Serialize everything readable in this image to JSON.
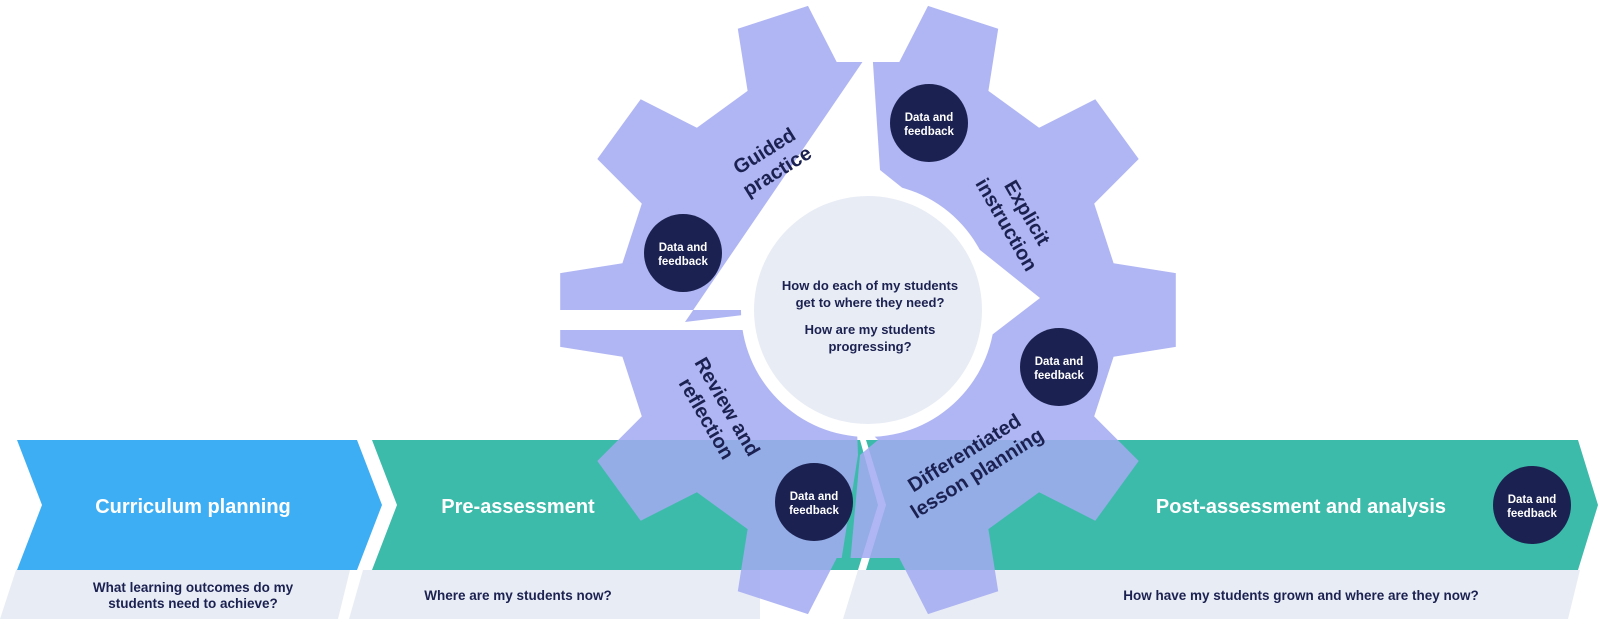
{
  "stages": {
    "curriculum": "Curriculum planning",
    "pre": "Pre-assessment",
    "post": "Post-assessment and analysis"
  },
  "questions": {
    "curriculum": [
      "What learning outcomes do my",
      "students need to achieve?"
    ],
    "pre": "Where are my students now?",
    "post": "How have my students grown and where are they now?"
  },
  "gears": {
    "guided": [
      "Guided",
      "practice"
    ],
    "explicit": [
      "Explicit",
      "instruction"
    ],
    "review": [
      "Review and",
      "reflection"
    ],
    "differentiated": [
      "Differentiated",
      "lesson planning"
    ]
  },
  "center": {
    "q1": [
      "How do each of my students",
      "get to where they need?"
    ],
    "q2": [
      "How are my students",
      "progressing?"
    ]
  },
  "badge": [
    "Data and",
    "feedback"
  ],
  "colors": {
    "blue_chevron": "#3eaef4",
    "teal_chevron": "#3dbbaa",
    "gear": "#a4aaf2",
    "badge": "#1b2150",
    "question_bar": "#e8ecf5",
    "center_circle": "#e8ecf5"
  }
}
